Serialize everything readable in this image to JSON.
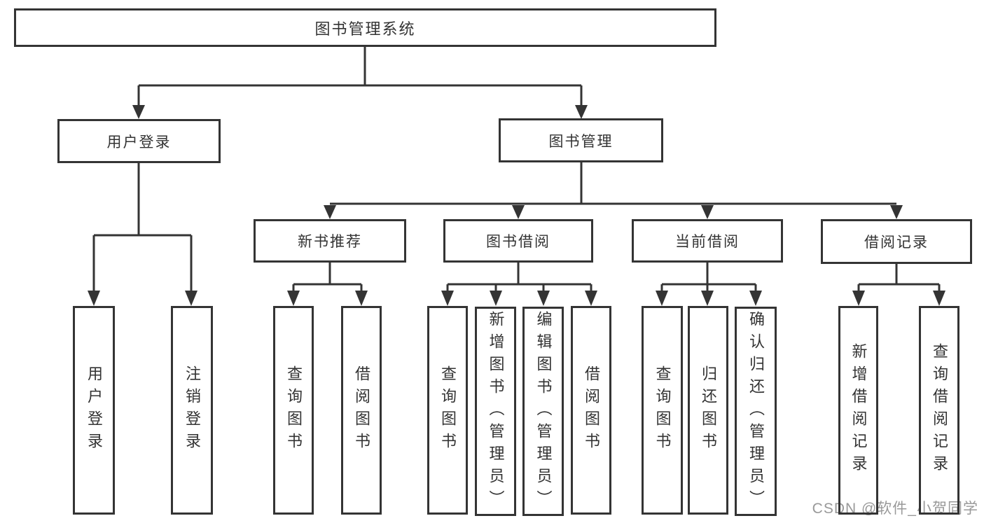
{
  "diagram_title": "图书管理系统",
  "tree": {
    "root": {
      "label": "图书管理系统",
      "children": [
        {
          "label": "用户登录",
          "children": [
            {
              "label": "用户登录"
            },
            {
              "label": "注销登录"
            }
          ]
        },
        {
          "label": "图书管理",
          "children": [
            {
              "label": "新书推荐",
              "children": [
                {
                  "label": "查询图书"
                },
                {
                  "label": "借阅图书"
                }
              ]
            },
            {
              "label": "图书借阅",
              "children": [
                {
                  "label": "查询图书"
                },
                {
                  "label": "新增图书（管理员）"
                },
                {
                  "label": "编辑图书（管理员）"
                },
                {
                  "label": "借阅图书"
                }
              ]
            },
            {
              "label": "当前借阅",
              "children": [
                {
                  "label": "查询图书"
                },
                {
                  "label": "归还图书"
                },
                {
                  "label": "确认归还（管理员）"
                }
              ]
            },
            {
              "label": "借阅记录",
              "children": [
                {
                  "label": "新增借阅记录"
                },
                {
                  "label": "查询借阅记录"
                }
              ]
            }
          ]
        }
      ]
    }
  },
  "watermark": {
    "text": "CSDN @软件_小贺同学",
    "color": "#999999"
  },
  "colors": {
    "line": "#343434",
    "node_border": "#343434",
    "text": "#333333",
    "background": "#ffffff"
  }
}
